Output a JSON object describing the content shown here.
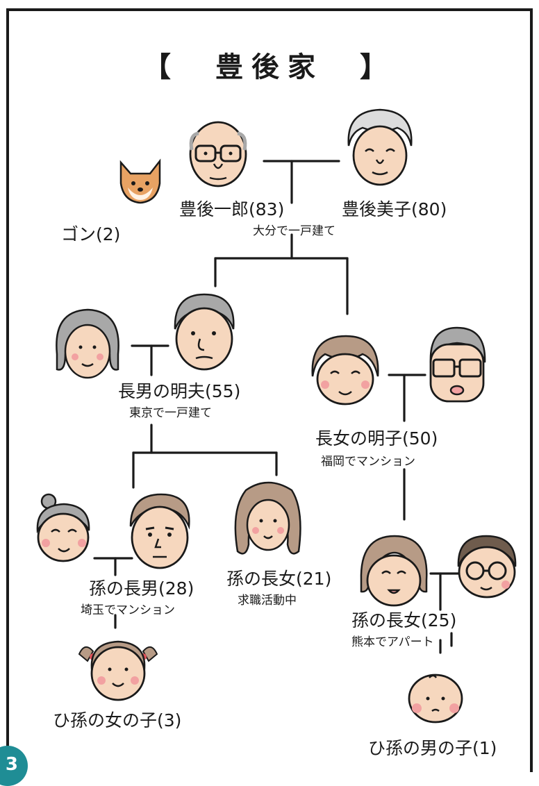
{
  "title": "【　豊後家　】",
  "badge": "3",
  "people": {
    "gon": {
      "label": "ゴン(2)"
    },
    "ichiro": {
      "label": "豊後一郎(83)",
      "note": "大分で一戸建て"
    },
    "miko": {
      "label": "豊後美子(80)"
    },
    "akio": {
      "label": "長男の明夫(55)",
      "note": "東京で一戸建て"
    },
    "akiko": {
      "label": "長女の明子(50)",
      "note": "福岡でマンション"
    },
    "grandson": {
      "label": "孫の長男(28)",
      "note": "埼玉でマンション"
    },
    "granddaughter21": {
      "label": "孫の長女(21)",
      "note": "求職活動中"
    },
    "granddaughter25": {
      "label": "孫の長女(25)",
      "note": "熊本でアパート"
    },
    "great_girl": {
      "label": "ひ孫の女の子(3)"
    },
    "great_boy": {
      "label": "ひ孫の男の子(1)"
    }
  },
  "colors": {
    "line": "#1a1a1a",
    "skin": "#f6d7be",
    "cheek": "#f2a1a1",
    "hair_gray": "#a8a8a8",
    "hair_brown": "#b79b86",
    "dog": "#e8a263",
    "badge": "#1f8d95"
  }
}
